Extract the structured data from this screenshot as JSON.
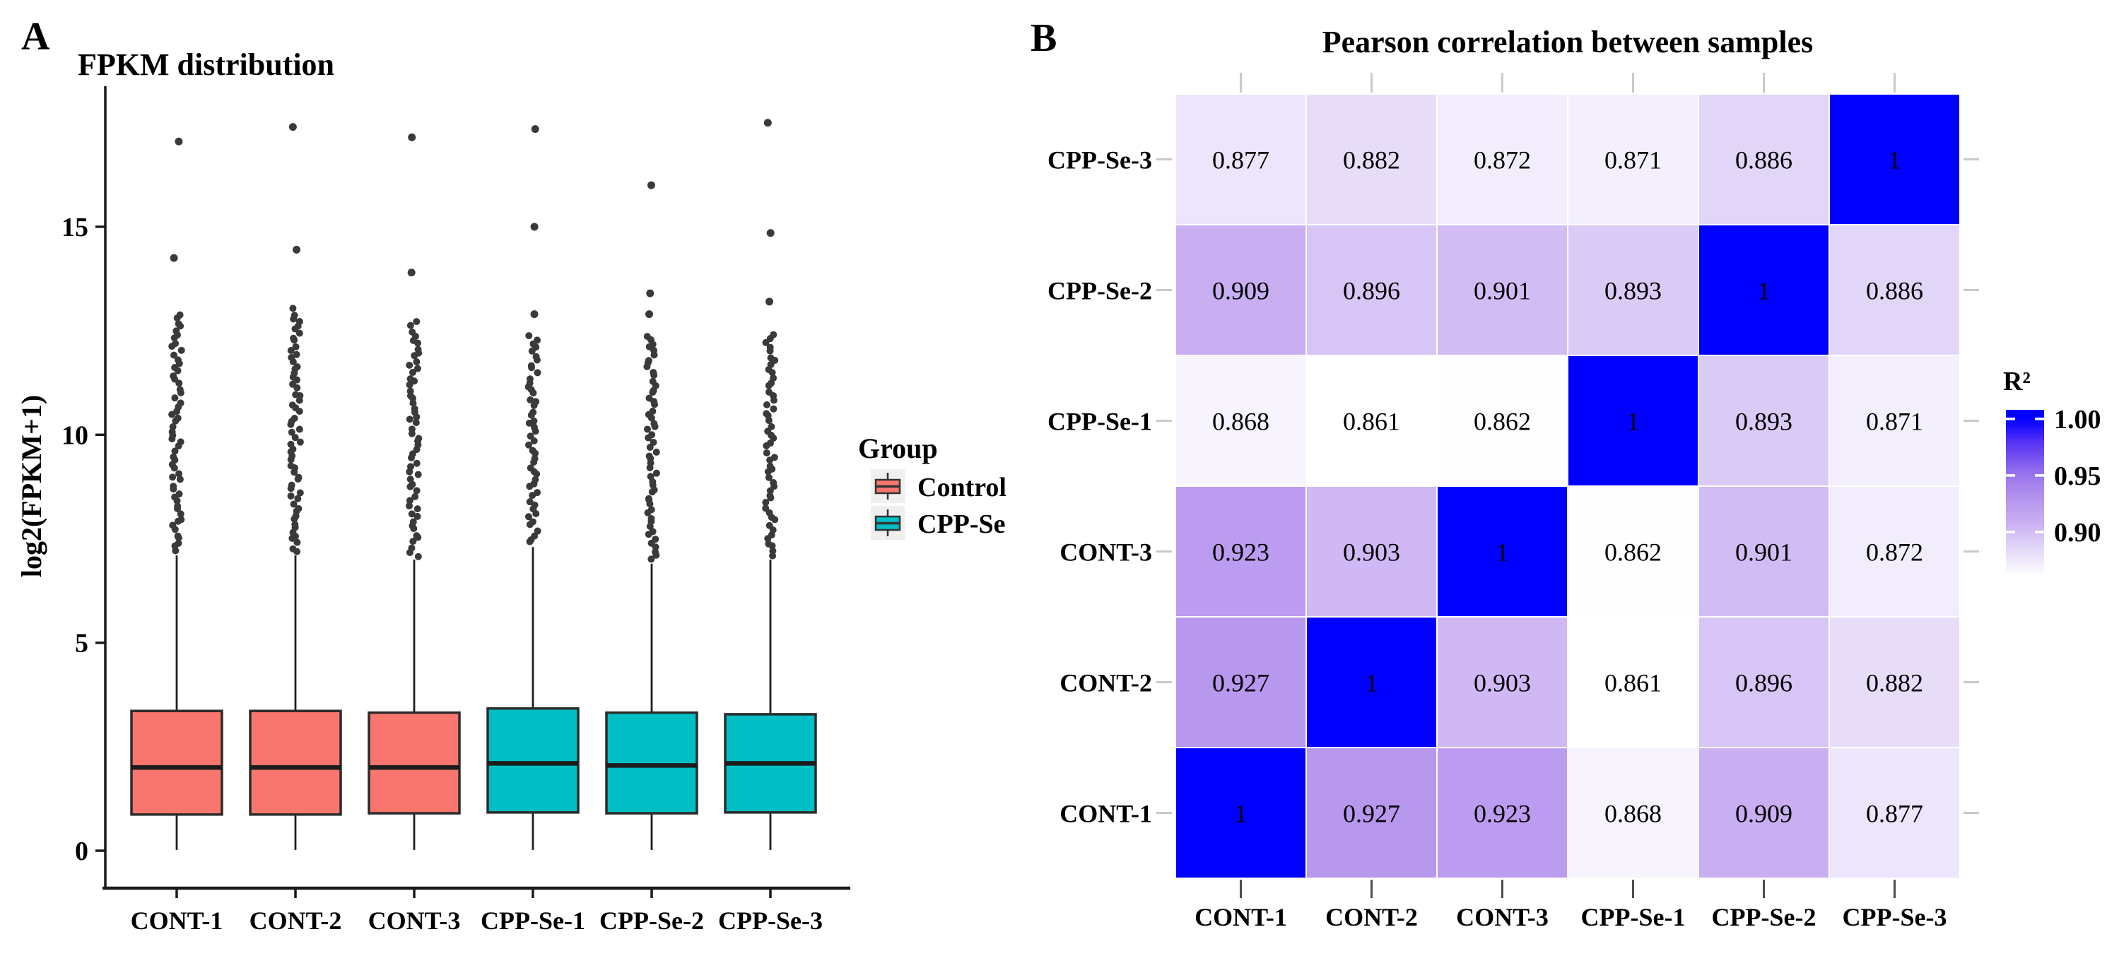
{
  "background_color": "#FFFFFF",
  "panel_a": {
    "label": "A",
    "title": "FPKM distribution",
    "y_axis_label": "log2(FPKM+1)",
    "legend": {
      "title": "Group",
      "items": [
        {
          "label": "Control",
          "color": "#F8766D"
        },
        {
          "label": "CPP-Se",
          "color": "#00BFC4"
        }
      ]
    }
  },
  "panel_b": {
    "label": "B",
    "title": "Pearson correlation between samples",
    "colorbar": {
      "label": "R²",
      "tick_labels": [
        "1.00",
        "0.95",
        "0.90"
      ]
    }
  },
  "chart_data": [
    {
      "type": "boxplot",
      "title": "FPKM distribution",
      "xlabel": "",
      "ylabel": "log2(FPKM+1)",
      "categories": [
        "CONT-1",
        "CONT-2",
        "CONT-3",
        "CPP-Se-1",
        "CPP-Se-2",
        "CPP-Se-3"
      ],
      "yticks": [
        0,
        5,
        10,
        15
      ],
      "ylim": [
        -0.9,
        18.4
      ],
      "legend": {
        "title": "Group",
        "position": "right",
        "entries": [
          {
            "label": "Control",
            "color": "#F8766D"
          },
          {
            "label": "CPP-Se",
            "color": "#00BFC4"
          }
        ]
      },
      "boxes": [
        {
          "sample": "CONT-1",
          "group": "Control",
          "whisker_low": 0.02,
          "q1": 0.87,
          "median": 2.0,
          "q3": 3.36,
          "whisker_high": 7.1,
          "dense_outliers": {
            "from": 7.2,
            "to": 12.9,
            "count": 58
          },
          "extreme_outliers": [
            14.25,
            17.05
          ]
        },
        {
          "sample": "CONT-2",
          "group": "Control",
          "whisker_low": 0.02,
          "q1": 0.87,
          "median": 2.0,
          "q3": 3.36,
          "whisker_high": 7.1,
          "dense_outliers": {
            "from": 7.2,
            "to": 13.0,
            "count": 62
          },
          "extreme_outliers": [
            14.45,
            17.4
          ]
        },
        {
          "sample": "CONT-3",
          "group": "Control",
          "whisker_low": 0.02,
          "q1": 0.9,
          "median": 2.0,
          "q3": 3.32,
          "whisker_high": 7.0,
          "dense_outliers": {
            "from": 7.1,
            "to": 12.7,
            "count": 56
          },
          "extreme_outliers": [
            13.9,
            17.15
          ]
        },
        {
          "sample": "CPP-Se-1",
          "group": "CPP-Se",
          "whisker_low": 0.02,
          "q1": 0.92,
          "median": 2.1,
          "q3": 3.42,
          "whisker_high": 7.3,
          "dense_outliers": {
            "from": 7.4,
            "to": 12.4,
            "count": 50
          },
          "extreme_outliers": [
            12.9,
            15.0,
            17.35
          ]
        },
        {
          "sample": "CPP-Se-2",
          "group": "CPP-Se",
          "whisker_low": 0.02,
          "q1": 0.9,
          "median": 2.05,
          "q3": 3.32,
          "whisker_high": 6.9,
          "dense_outliers": {
            "from": 7.0,
            "to": 12.4,
            "count": 55
          },
          "extreme_outliers": [
            12.9,
            13.4,
            16.0
          ]
        },
        {
          "sample": "CPP-Se-3",
          "group": "CPP-Se",
          "whisker_low": 0.02,
          "q1": 0.92,
          "median": 2.1,
          "q3": 3.28,
          "whisker_high": 7.0,
          "dense_outliers": {
            "from": 7.1,
            "to": 12.4,
            "count": 52
          },
          "extreme_outliers": [
            13.2,
            14.85,
            17.5
          ]
        }
      ]
    },
    {
      "type": "heatmap",
      "title": "Pearson correlation between samples",
      "x_labels": [
        "CONT-1",
        "CONT-2",
        "CONT-3",
        "CPP-Se-1",
        "CPP-Se-2",
        "CPP-Se-3"
      ],
      "y_labels_top_to_bottom": [
        "CPP-Se-3",
        "CPP-Se-2",
        "CPP-Se-1",
        "CONT-3",
        "CONT-2",
        "CONT-1"
      ],
      "values": [
        [
          0.877,
          0.882,
          0.872,
          0.871,
          0.886,
          1
        ],
        [
          0.909,
          0.896,
          0.901,
          0.893,
          1,
          0.886
        ],
        [
          0.868,
          0.861,
          0.862,
          1,
          0.893,
          0.871
        ],
        [
          0.923,
          0.903,
          1,
          0.862,
          0.901,
          0.872
        ],
        [
          0.927,
          1,
          0.903,
          0.861,
          0.896,
          0.882
        ],
        [
          1,
          0.927,
          0.923,
          0.868,
          0.909,
          0.877
        ]
      ],
      "value_range": [
        0.861,
        1.0
      ],
      "colorbar": {
        "label": "R²",
        "ticks": [
          1.0,
          0.95,
          0.9
        ],
        "bar_value_top": 1.008,
        "bar_value_bottom": 0.85
      },
      "color_stops": [
        [
          0.861,
          "#FFFFFF"
        ],
        [
          0.886,
          "#E2D6F8"
        ],
        [
          0.909,
          "#C9AEF2"
        ],
        [
          0.927,
          "#B897EF"
        ],
        [
          0.95,
          "#9B76EC"
        ],
        [
          0.98,
          "#5430F5"
        ],
        [
          1.0,
          "#0000FF"
        ]
      ]
    }
  ]
}
